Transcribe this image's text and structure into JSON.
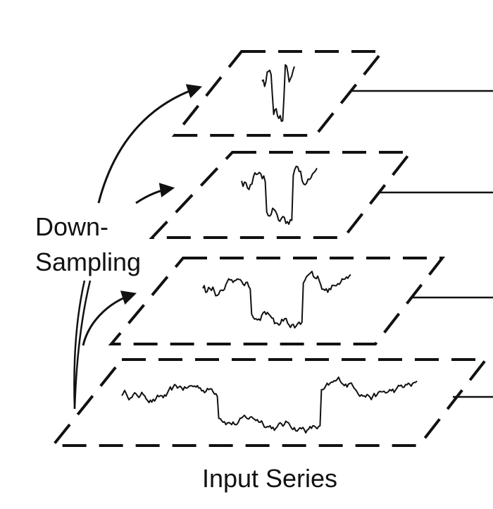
{
  "labels": {
    "side_label_line1": "Down-",
    "side_label_line2": "Sampling",
    "bottom_label": "Input Series"
  },
  "colors": {
    "stroke": "#111111",
    "background": "#ffffff"
  },
  "layers": [
    {
      "id": "layer-1",
      "series_points": 26
    },
    {
      "id": "layer-2",
      "series_points": 52
    },
    {
      "id": "layer-3",
      "series_points": 104
    },
    {
      "id": "layer-4",
      "series_points": 208
    }
  ]
}
